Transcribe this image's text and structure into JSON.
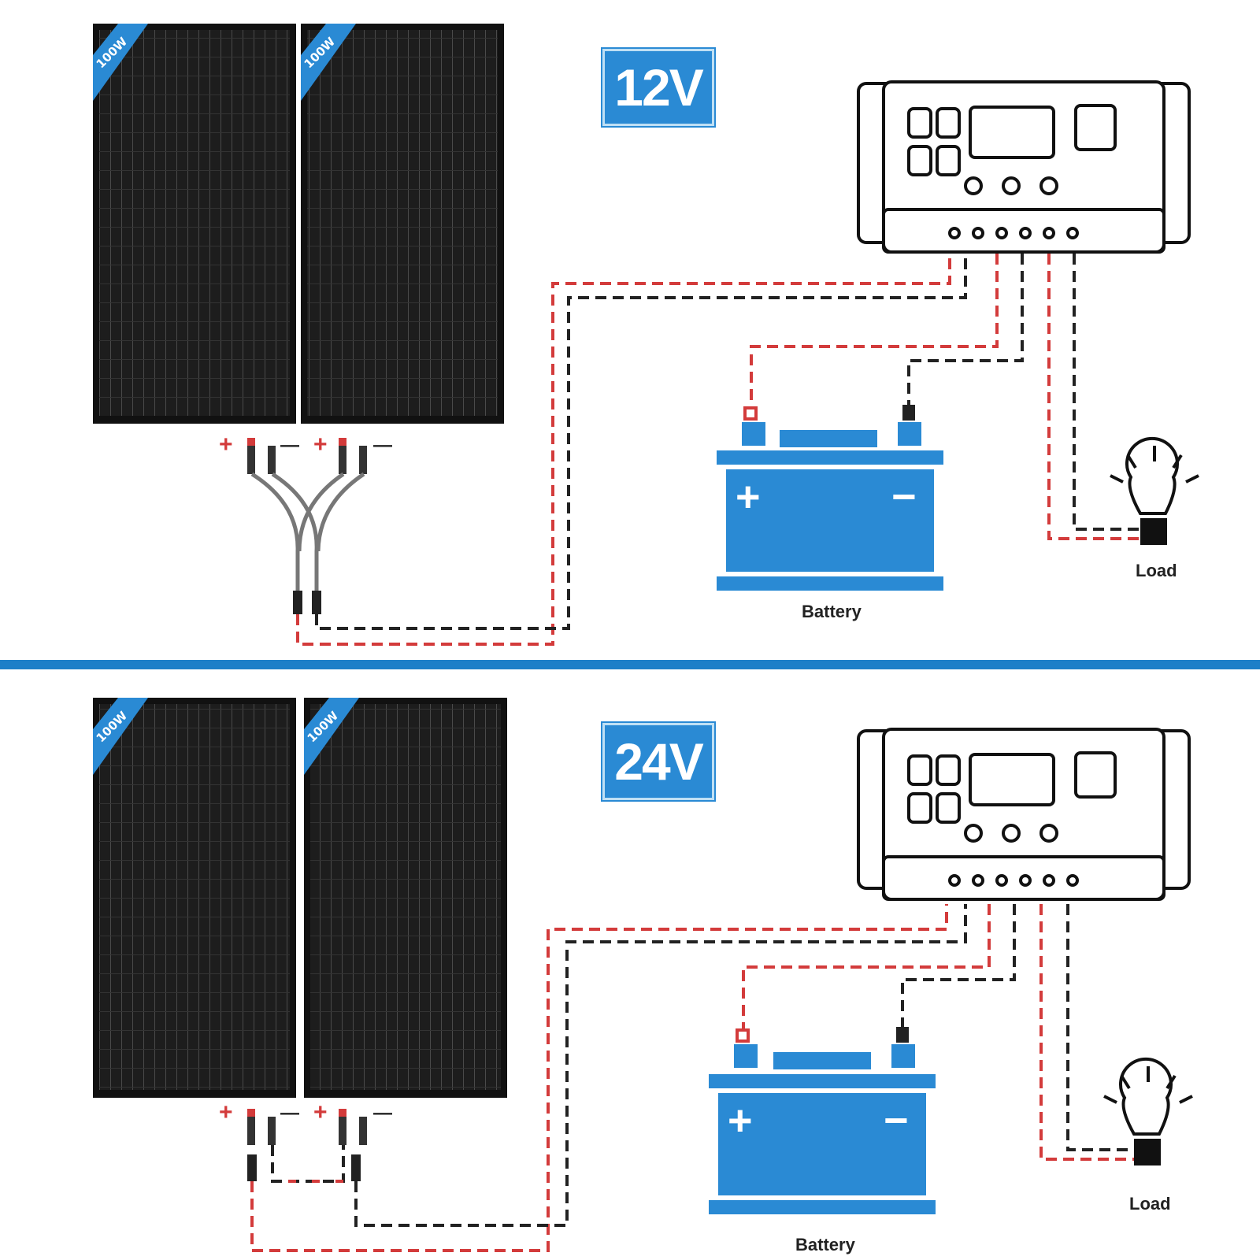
{
  "sections": [
    {
      "voltage": "12V",
      "panel_ribbon": "100W",
      "battery_label": "Battery",
      "load_label": "Load",
      "battery_plus": "+",
      "battery_minus": "−",
      "connector_plus": "+",
      "connector_minus": "—"
    },
    {
      "voltage": "24V",
      "panel_ribbon": "100W",
      "battery_label": "Battery",
      "load_label": "Load",
      "battery_plus": "+",
      "battery_minus": "−",
      "connector_plus": "+",
      "connector_minus": "—"
    }
  ],
  "colors": {
    "accent_blue": "#2a8ad4",
    "divider_blue": "#1d7fc8",
    "wire_red": "#d33b3b",
    "wire_black": "#222222",
    "panel": "#1b1b1b"
  }
}
